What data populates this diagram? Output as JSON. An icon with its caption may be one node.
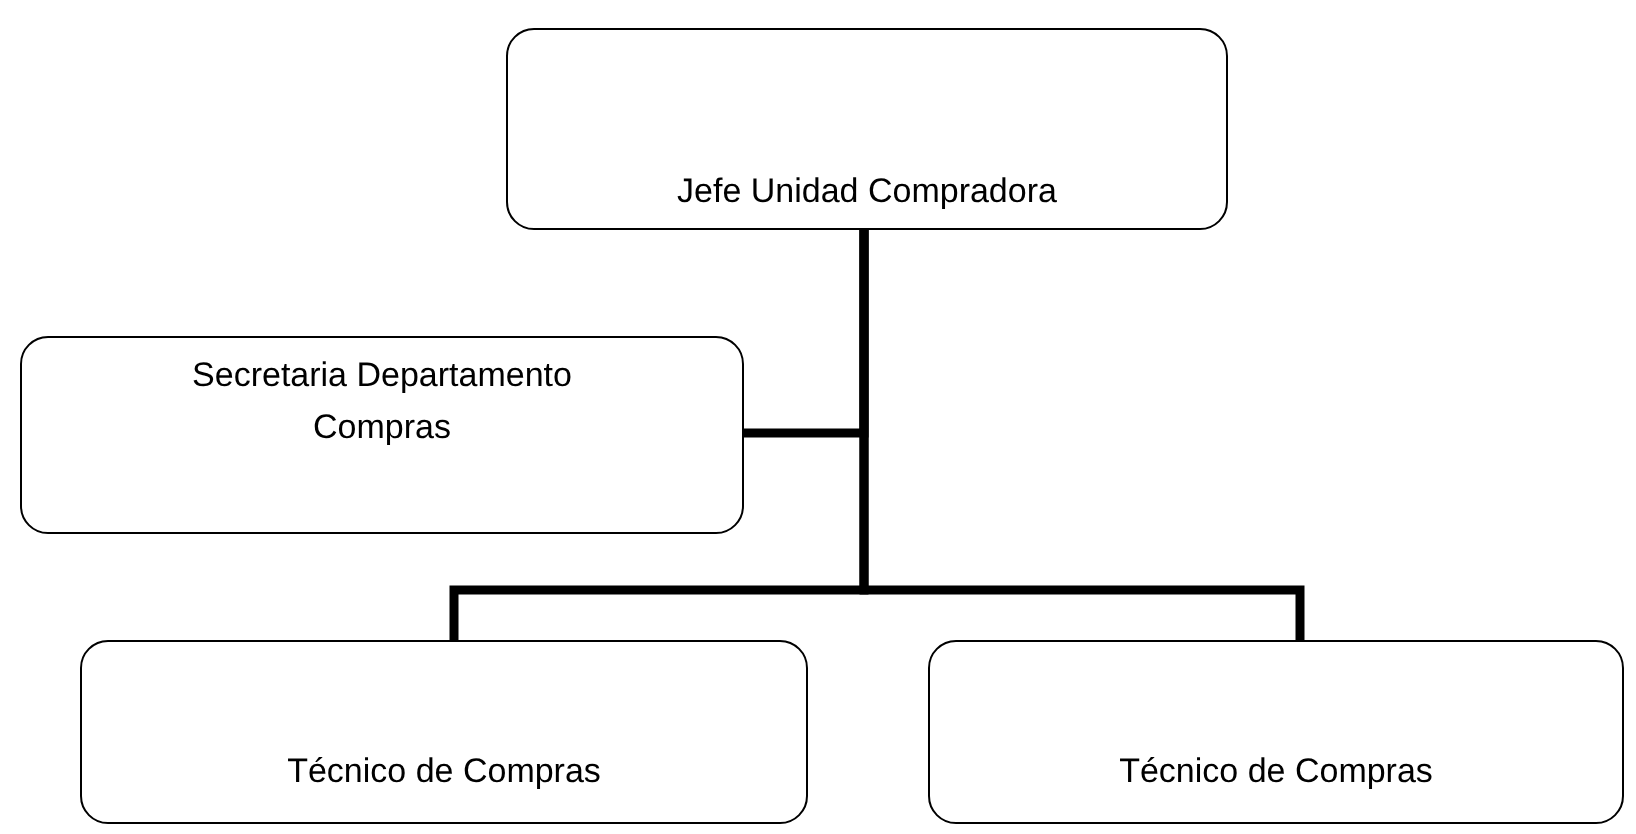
{
  "diagram": {
    "nodes": [
      {
        "text": [
          "Jefe Unidad Compradora"
        ]
      },
      {
        "text": [
          "Secretaria Departamento Compras"
        ]
      },
      {
        "text": [
          "Técnico de Compras"
        ]
      },
      {
        "text": [
          "Técnico de Compras"
        ]
      }
    ],
    "edges": [
      {
        "from": 0,
        "to": 1,
        "arrow": "none"
      },
      {
        "from": 0,
        "to": 2,
        "arrow": "none"
      },
      {
        "from": 0,
        "to": 3,
        "arrow": "none"
      }
    ]
  }
}
